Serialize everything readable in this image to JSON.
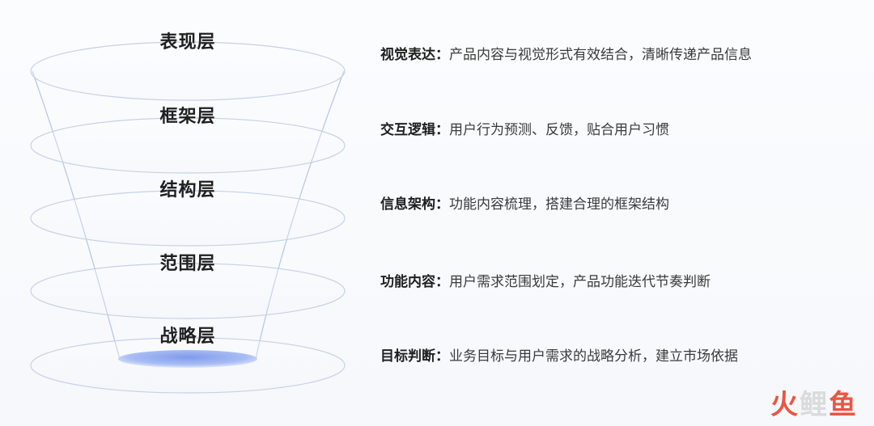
{
  "layers": [
    {
      "title": "表现层",
      "key": "视觉表达",
      "colon": "：",
      "desc": "产品内容与视觉形式有效结合，清晰传递产品信息"
    },
    {
      "title": "框架层",
      "key": "交互逻辑",
      "colon": "：",
      "desc": "用户行为预测、反馈，贴合用户习惯"
    },
    {
      "title": "结构层",
      "key": "信息架构",
      "colon": "：",
      "desc": "功能内容梳理，搭建合理的框架结构"
    },
    {
      "title": "范围层",
      "key": "功能内容",
      "colon": "：",
      "desc": "用户需求范围划定，产品功能迭代节奏判断"
    },
    {
      "title": "战略层",
      "key": "目标判断",
      "colon": "：",
      "desc": "业务目标与用户需求的战略分析，建立市场依据"
    }
  ],
  "colors": {
    "ellipse_stroke": "#c9d3e8",
    "funnel_line": "#a9b9dc",
    "base_fill_top": "#8fa8ee",
    "base_fill_bottom": "#dbe4fb"
  },
  "watermark": {
    "char1": "火",
    "char2": "鲤",
    "char3": "鱼"
  }
}
